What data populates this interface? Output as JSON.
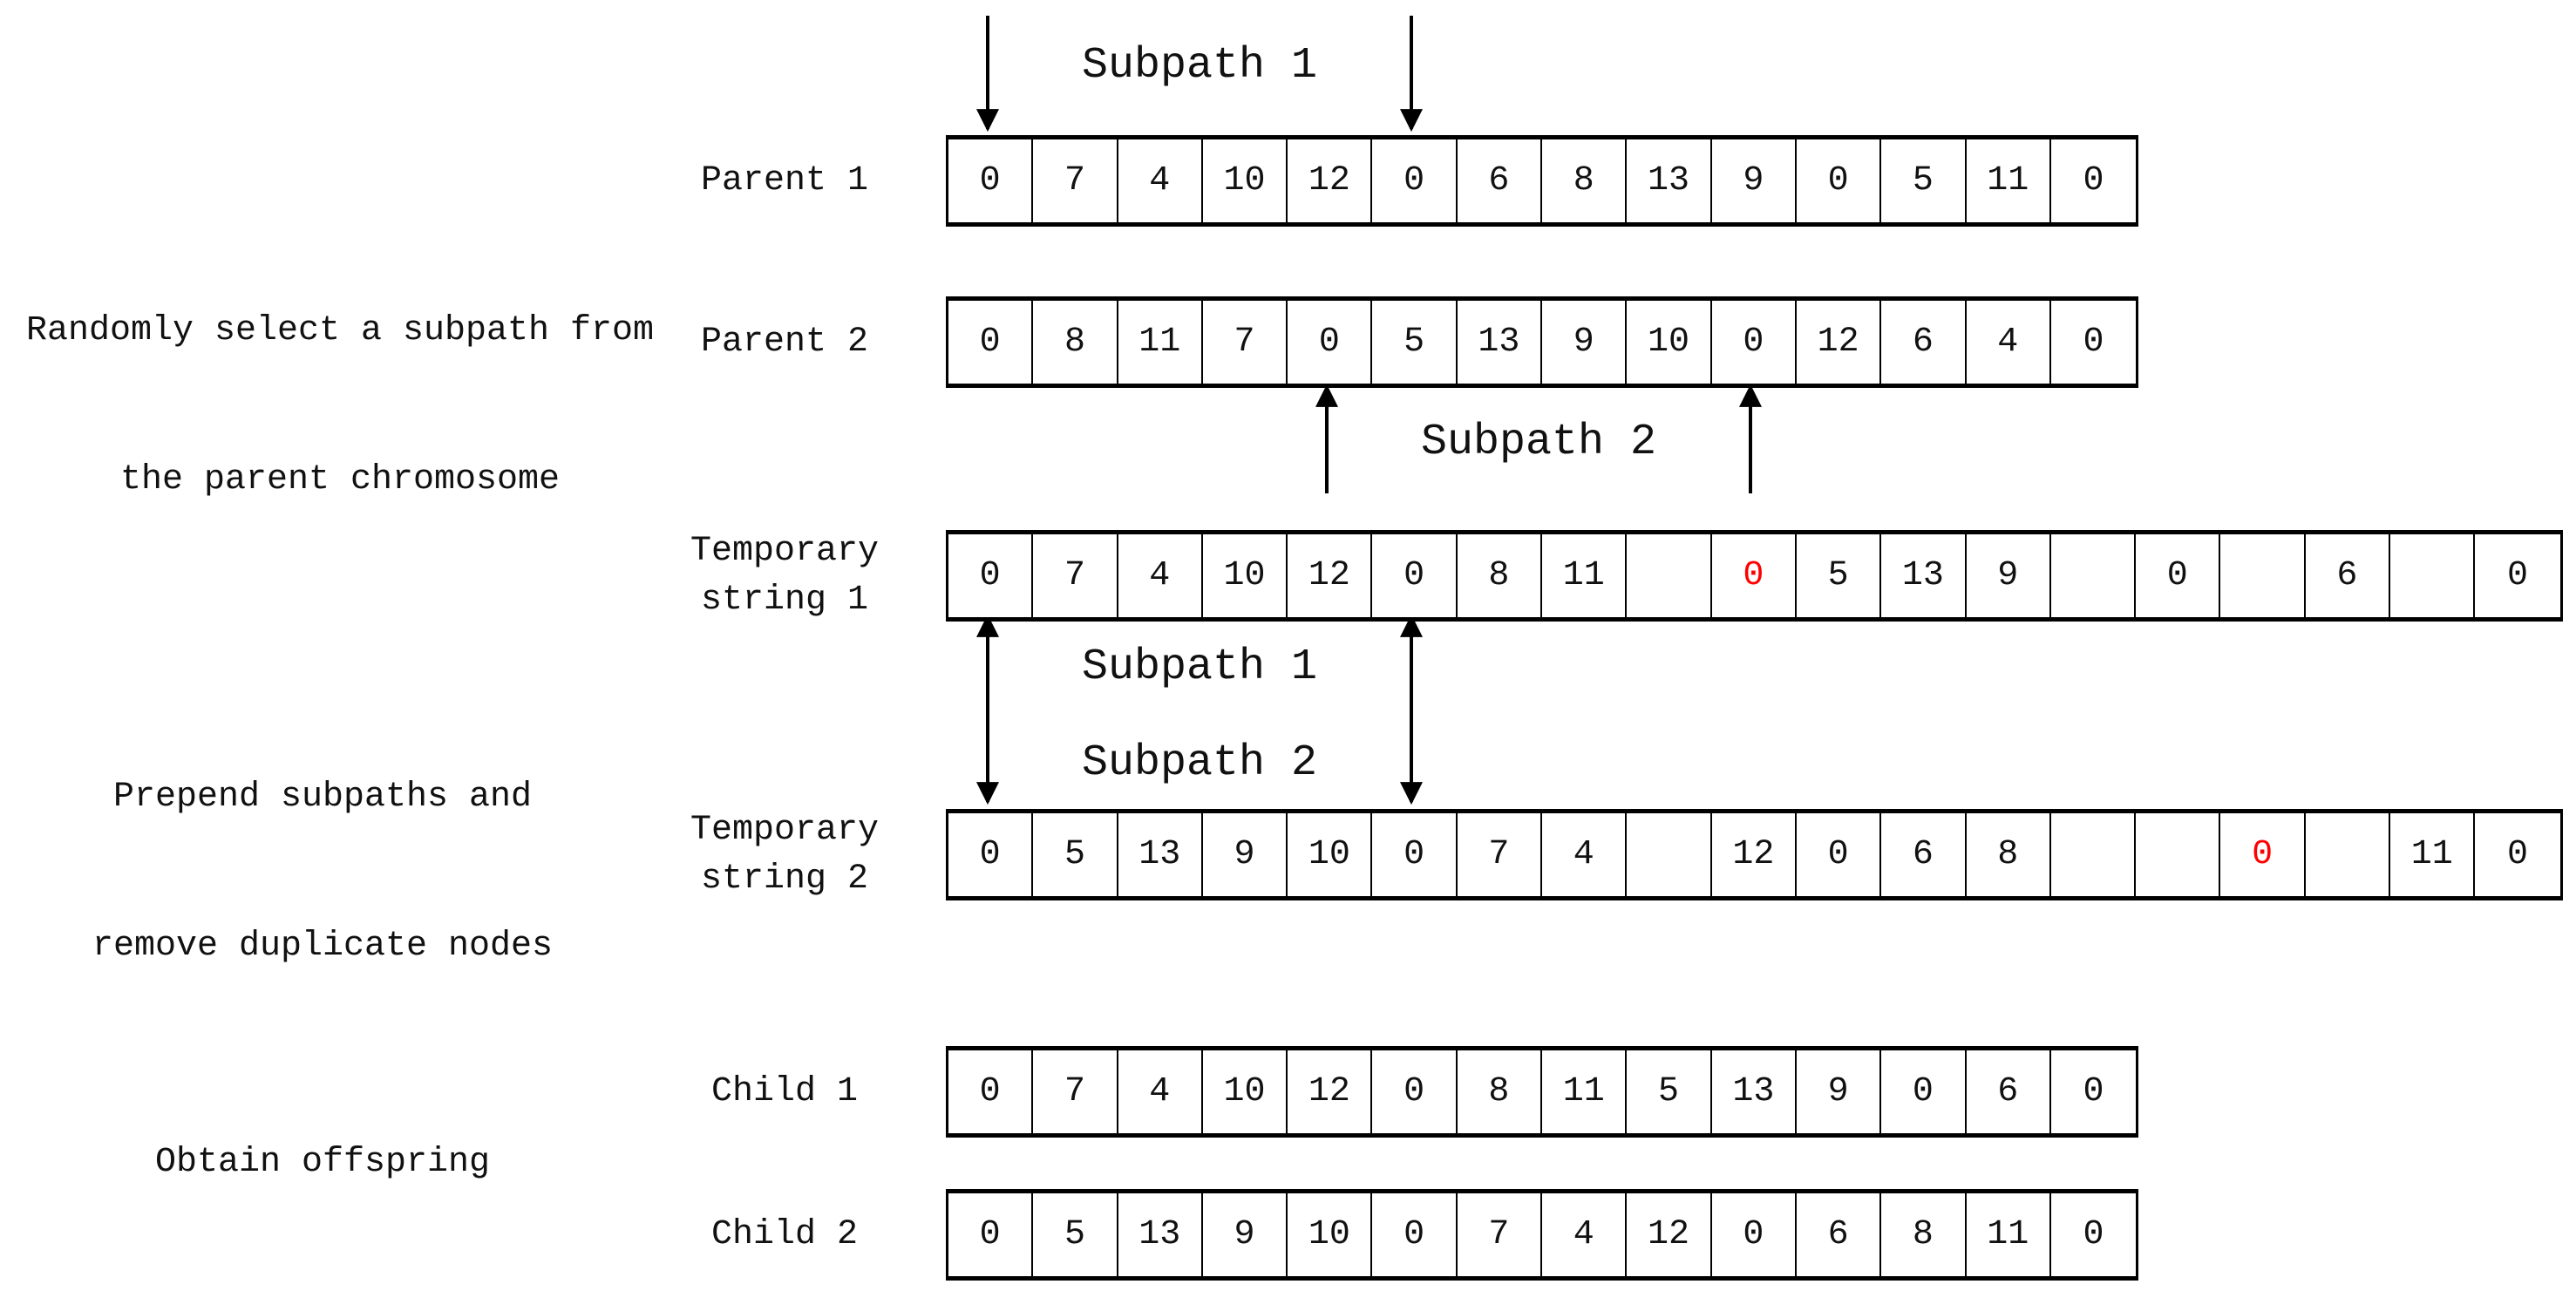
{
  "colors": {
    "highlight": "#fe0000",
    "line": "#000000"
  },
  "texts": {
    "step1_line1": "Randomly select a subpath from",
    "step1_line2": "the parent chromosome",
    "step2_line1": "Prepend subpaths and",
    "step2_line2": "remove duplicate nodes",
    "step3": "Obtain offspring",
    "subpath1_top": "Subpath 1",
    "subpath2_parent": "Subpath 2",
    "subpath1_mid": "Subpath 1",
    "subpath2_mid": "Subpath 2"
  },
  "rows": [
    {
      "id": "parent1",
      "label": [
        "Parent 1"
      ],
      "cells": [
        "0",
        "7",
        "4",
        "10",
        "12",
        "0",
        "6",
        "8",
        "13",
        "9",
        "0",
        "5",
        "11",
        "0"
      ],
      "red": []
    },
    {
      "id": "parent2",
      "label": [
        "Parent 2"
      ],
      "cells": [
        "0",
        "8",
        "11",
        "7",
        "0",
        "5",
        "13",
        "9",
        "10",
        "0",
        "12",
        "6",
        "4",
        "0"
      ],
      "red": []
    },
    {
      "id": "temp1",
      "label": [
        "Temporary",
        "string 1"
      ],
      "cells": [
        "0",
        "7",
        "4",
        "10",
        "12",
        "0",
        "8",
        "11",
        "",
        "0",
        "5",
        "13",
        "9",
        "",
        "0",
        "",
        "6",
        "",
        "0"
      ],
      "red": [
        9
      ]
    },
    {
      "id": "temp2",
      "label": [
        "Temporary",
        "string 2"
      ],
      "cells": [
        "0",
        "5",
        "13",
        "9",
        "10",
        "0",
        "7",
        "4",
        "",
        "12",
        "0",
        "6",
        "8",
        "",
        "",
        "0",
        "",
        "11",
        "0"
      ],
      "red": [
        15
      ]
    },
    {
      "id": "child1",
      "label": [
        "Child 1"
      ],
      "cells": [
        "0",
        "7",
        "4",
        "10",
        "12",
        "0",
        "8",
        "11",
        "5",
        "13",
        "9",
        "0",
        "6",
        "0"
      ],
      "red": []
    },
    {
      "id": "child2",
      "label": [
        "Child 2"
      ],
      "cells": [
        "0",
        "5",
        "13",
        "9",
        "10",
        "0",
        "7",
        "4",
        "12",
        "0",
        "6",
        "8",
        "11",
        "0"
      ],
      "red": []
    }
  ]
}
